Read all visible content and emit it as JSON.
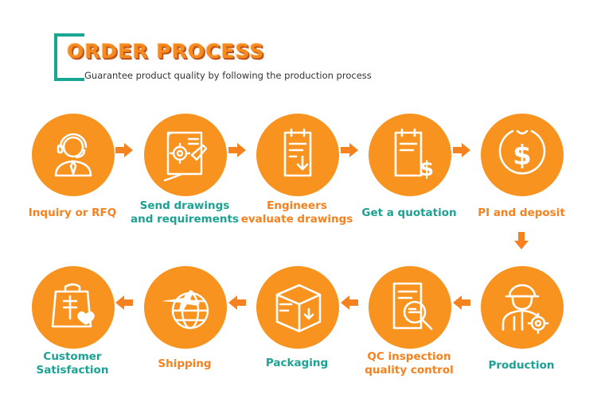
{
  "header": {
    "title": "ORDER PROCESS",
    "subtitle": "Guarantee product quality by following the production process"
  },
  "colors": {
    "accent": "#f7931e",
    "label_orange": "#f5811f",
    "label_teal": "#1ba293",
    "bracket": "#1aa693"
  },
  "steps": [
    {
      "lines": [
        "Inquiry or RFQ"
      ],
      "icon": "headset-agent-icon"
    },
    {
      "lines": [
        "Send drawings",
        "and requirements"
      ],
      "icon": "drawings-gear-icon"
    },
    {
      "lines": [
        "Engineers",
        "evaluate drawings"
      ],
      "icon": "clipboard-download-icon"
    },
    {
      "lines": [
        "Get a quotation"
      ],
      "icon": "clipboard-dollar-icon"
    },
    {
      "lines": [
        "PI and deposit"
      ],
      "icon": "dollar-circle-icon"
    },
    {
      "lines": [
        "Production"
      ],
      "icon": "worker-gear-icon"
    },
    {
      "lines": [
        "QC inspection",
        "quality control"
      ],
      "icon": "document-magnifier-icon"
    },
    {
      "lines": [
        "Packaging"
      ],
      "icon": "package-box-icon"
    },
    {
      "lines": [
        "Shipping"
      ],
      "icon": "airplane-globe-icon"
    },
    {
      "lines": [
        "Customer",
        "Satisfaction"
      ],
      "icon": "bag-heart-icon"
    }
  ]
}
